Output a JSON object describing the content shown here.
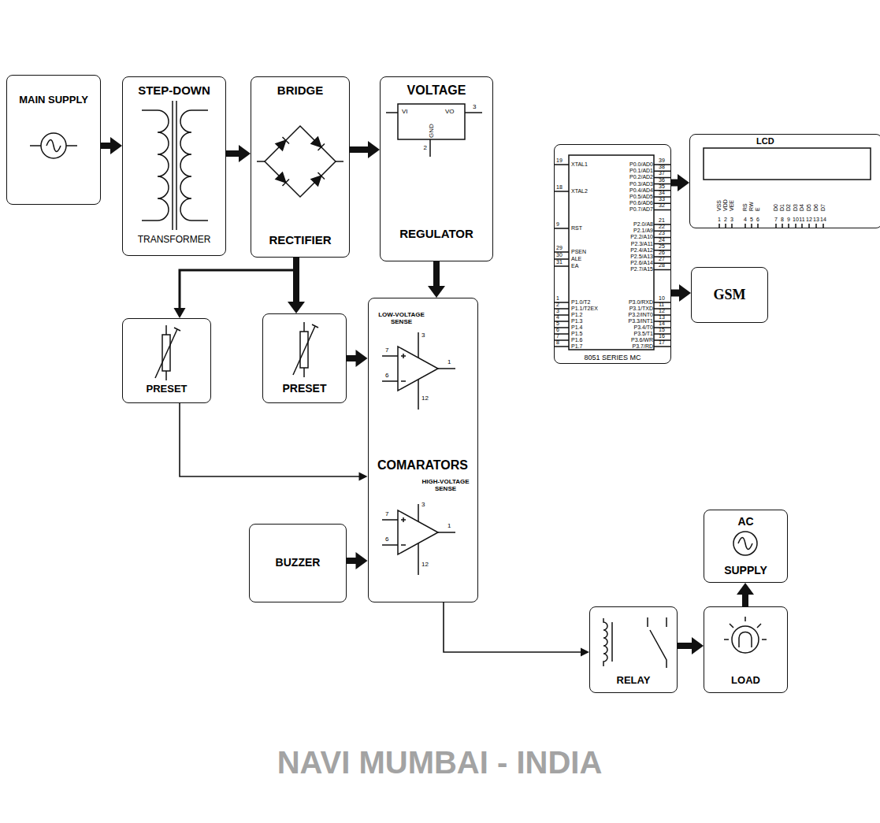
{
  "diagram": {
    "nodes": [
      {
        "text": [
          "MAIN SUPPLY"
        ]
      },
      {
        "text": [
          "STEP-DOWN",
          "TRANSFORMER"
        ]
      },
      {
        "text": [
          "BRIDGE",
          "RECTIFIER"
        ]
      },
      {
        "text": [
          "VOLTAGE",
          "REGULATOR"
        ]
      },
      {
        "text": [
          "8051 SERIES MC"
        ]
      },
      {
        "text": [
          "LCD"
        ]
      },
      {
        "text": [
          "GSM"
        ]
      },
      {
        "text": [
          "PRESET"
        ]
      },
      {
        "text": [
          "PRESET"
        ]
      },
      {
        "text": [
          "LOW-VOLTAGE SENSE",
          "COMARATORS",
          "HIGH-VOLTAGE SENSE"
        ]
      },
      {
        "text": [
          "BUZZER"
        ]
      },
      {
        "text": [
          "AC",
          "SUPPLY"
        ]
      },
      {
        "text": [
          "RELAY"
        ]
      },
      {
        "text": [
          "LOAD"
        ]
      }
    ],
    "edges": [
      {
        "from": 0,
        "to": 1,
        "arrow": "to"
      },
      {
        "from": 1,
        "to": 2,
        "arrow": "to"
      },
      {
        "from": 2,
        "to": 3,
        "arrow": "to"
      },
      {
        "from": 3,
        "to": 9,
        "arrow": "to"
      },
      {
        "from": 2,
        "to": 7,
        "arrow": "to"
      },
      {
        "from": 2,
        "to": 8,
        "arrow": "to"
      },
      {
        "from": 8,
        "to": 9,
        "arrow": "to"
      },
      {
        "from": 7,
        "to": 9,
        "arrow": "to"
      },
      {
        "from": 10,
        "to": 9,
        "arrow": "to"
      },
      {
        "from": 9,
        "to": 12,
        "arrow": "to"
      },
      {
        "from": 12,
        "to": 13,
        "arrow": "to"
      },
      {
        "from": 13,
        "to": 11,
        "arrow": "to"
      },
      {
        "from": 4,
        "to": 5,
        "arrow": "to"
      },
      {
        "from": 4,
        "to": 6,
        "arrow": "to"
      }
    ],
    "labels": [
      "VI",
      "VO",
      "3",
      "GND",
      "2",
      "19",
      "XTAL1",
      "18",
      "XTAL2",
      "9",
      "RST",
      "29",
      "PSEN",
      "30",
      "ALE",
      "31",
      "EA",
      "1",
      "P1.0/T2",
      "2",
      "P1.1/T2EX",
      "3",
      "P1.2",
      "4",
      "P1.3",
      "5",
      "P1.4",
      "6",
      "P1.5",
      "7",
      "P1.6",
      "8",
      "P1.7",
      "39",
      "P0.0/AD0",
      "38",
      "P0.1/AD1",
      "37",
      "P0.2/AD2",
      "36",
      "P0.3/AD3",
      "35",
      "P0.4/AD4",
      "34",
      "P0.5/AD5",
      "33",
      "P0.6/AD6",
      "32",
      "P0.7/AD7",
      "21",
      "P2.0/A8",
      "22",
      "P2.1/A9",
      "23",
      "P2.2/A10",
      "24",
      "P2.3/A11",
      "25",
      "P2.4/A12",
      "26",
      "P2.5/A13",
      "27",
      "P2.6/A14",
      "28",
      "P2.7/A15",
      "10",
      "P3.0/RXD",
      "11",
      "P3.1/TXD",
      "12",
      "P3.2/INT0",
      "13",
      "P3.3/INT1",
      "14",
      "P3.4/T0",
      "15",
      "P3.5/T1",
      "16",
      "P3.6/WR",
      "17",
      "P3.7/RD",
      "VSS",
      "VDD",
      "VEE",
      "RS",
      "RW",
      "E",
      "D0",
      "D1",
      "D2",
      "D3",
      "D4",
      "D5",
      "D6",
      "D7",
      "1",
      "2",
      "3",
      "4",
      "5",
      "6",
      "7",
      "8",
      "9",
      "10",
      "11",
      "12",
      "13",
      "14",
      "3",
      "7",
      "6",
      "1",
      "12",
      "3",
      "7",
      "6",
      "1",
      "12",
      "NAVI MUMBAI - INDIA"
    ]
  }
}
